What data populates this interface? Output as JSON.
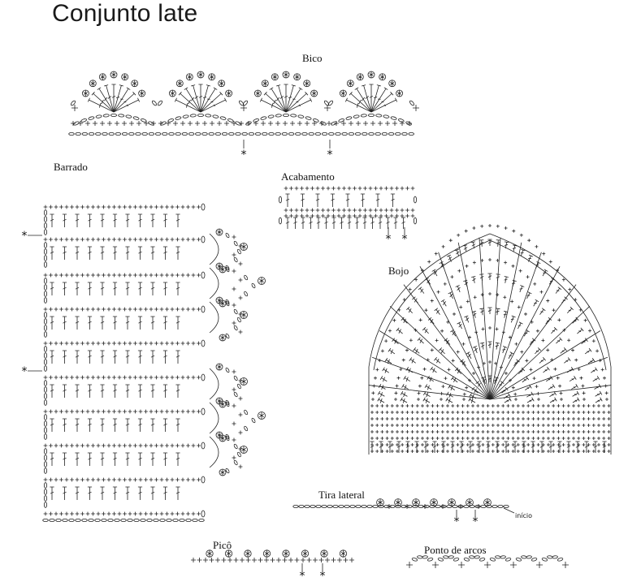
{
  "page": {
    "title": "Conjunto late"
  },
  "diagrams": {
    "bico": {
      "label": "Bico"
    },
    "barrado": {
      "label": "Barrado"
    },
    "acabamento": {
      "label": "Acabamento"
    },
    "bojo": {
      "label": "Bojo"
    },
    "tira_lateral": {
      "label": "Tira lateral",
      "start_note": "início"
    },
    "pico": {
      "label": "Picô"
    },
    "ponto_de_arcos": {
      "label": "Ponto de arcos"
    }
  },
  "symbols": {
    "repeat_marker": "*",
    "single_crochet": "+",
    "double_crochet": "T",
    "chain": "o"
  }
}
